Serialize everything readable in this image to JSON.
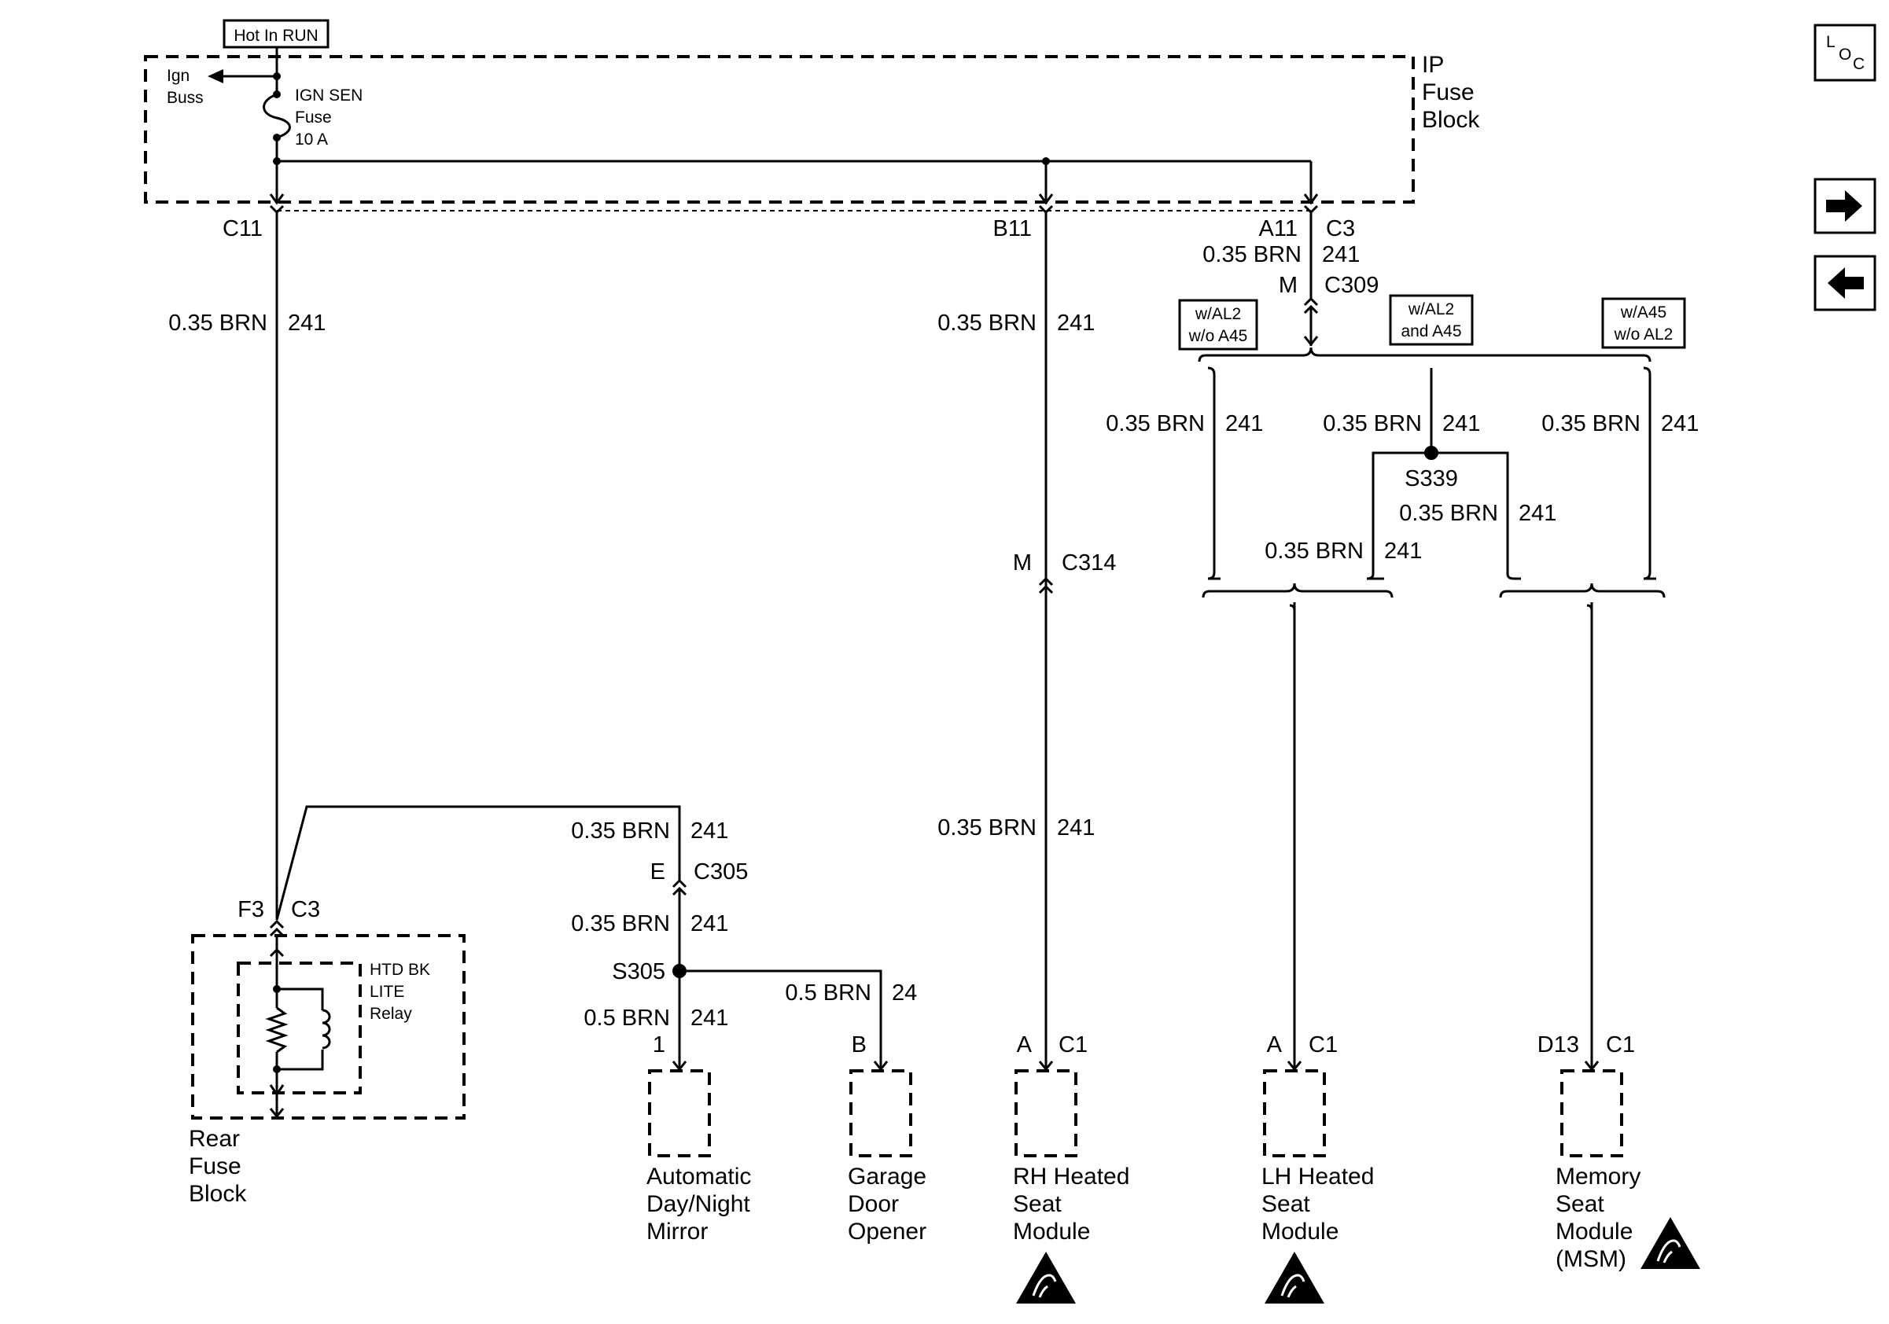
{
  "header": {
    "hot_label": "Hot In RUN"
  },
  "ip_fuse_block": {
    "line1": "IP",
    "line2": "Fuse",
    "line3": "Block"
  },
  "ign_buss": {
    "line1": "Ign",
    "line2": "Buss"
  },
  "fuse": {
    "line1": "IGN SEN",
    "line2": "Fuse",
    "line3": "10 A"
  },
  "nav": {
    "loc_top": "L",
    "loc_o": "O",
    "loc_c": "C",
    "forward_icon": "arrow-right",
    "back_icon": "arrow-left"
  },
  "connectors": {
    "c11": "C11",
    "b11": "B11",
    "a11": "A11",
    "c3": "C3",
    "m": "M",
    "c309": "C309",
    "c314": "C314",
    "s339": "S339",
    "e": "E",
    "c305": "C305",
    "s305": "S305",
    "f3": "F3",
    "c3b": "C3",
    "one": "1",
    "b": "B",
    "a": "A",
    "c1": "C1",
    "d13": "D13"
  },
  "wire": {
    "brn035": "0.35 BRN",
    "brn05": "0.5 BRN",
    "n241": "241",
    "n24": "24"
  },
  "options": {
    "opt1_l1": "w/AL2",
    "opt1_l2": "w/o A45",
    "opt2_l1": "w/AL2",
    "opt2_l2": "and A45",
    "opt3_l1": "w/A45",
    "opt3_l2": "w/o AL2"
  },
  "components": {
    "rear_fuse_l1": "Rear",
    "rear_fuse_l2": "Fuse",
    "rear_fuse_l3": "Block",
    "relay_l1": "HTD BK",
    "relay_l2": "LITE",
    "relay_l3": "Relay",
    "mirror_l1": "Automatic",
    "mirror_l2": "Day/Night",
    "mirror_l3": "Mirror",
    "garage_l1": "Garage",
    "garage_l2": "Door",
    "garage_l3": "Opener",
    "rh_l1": "RH Heated",
    "rh_l2": "Seat",
    "rh_l3": "Module",
    "lh_l1": "LH Heated",
    "lh_l2": "Seat",
    "lh_l3": "Module",
    "msm_l1": "Memory",
    "msm_l2": "Seat",
    "msm_l3": "Module",
    "msm_l4": "(MSM)"
  }
}
